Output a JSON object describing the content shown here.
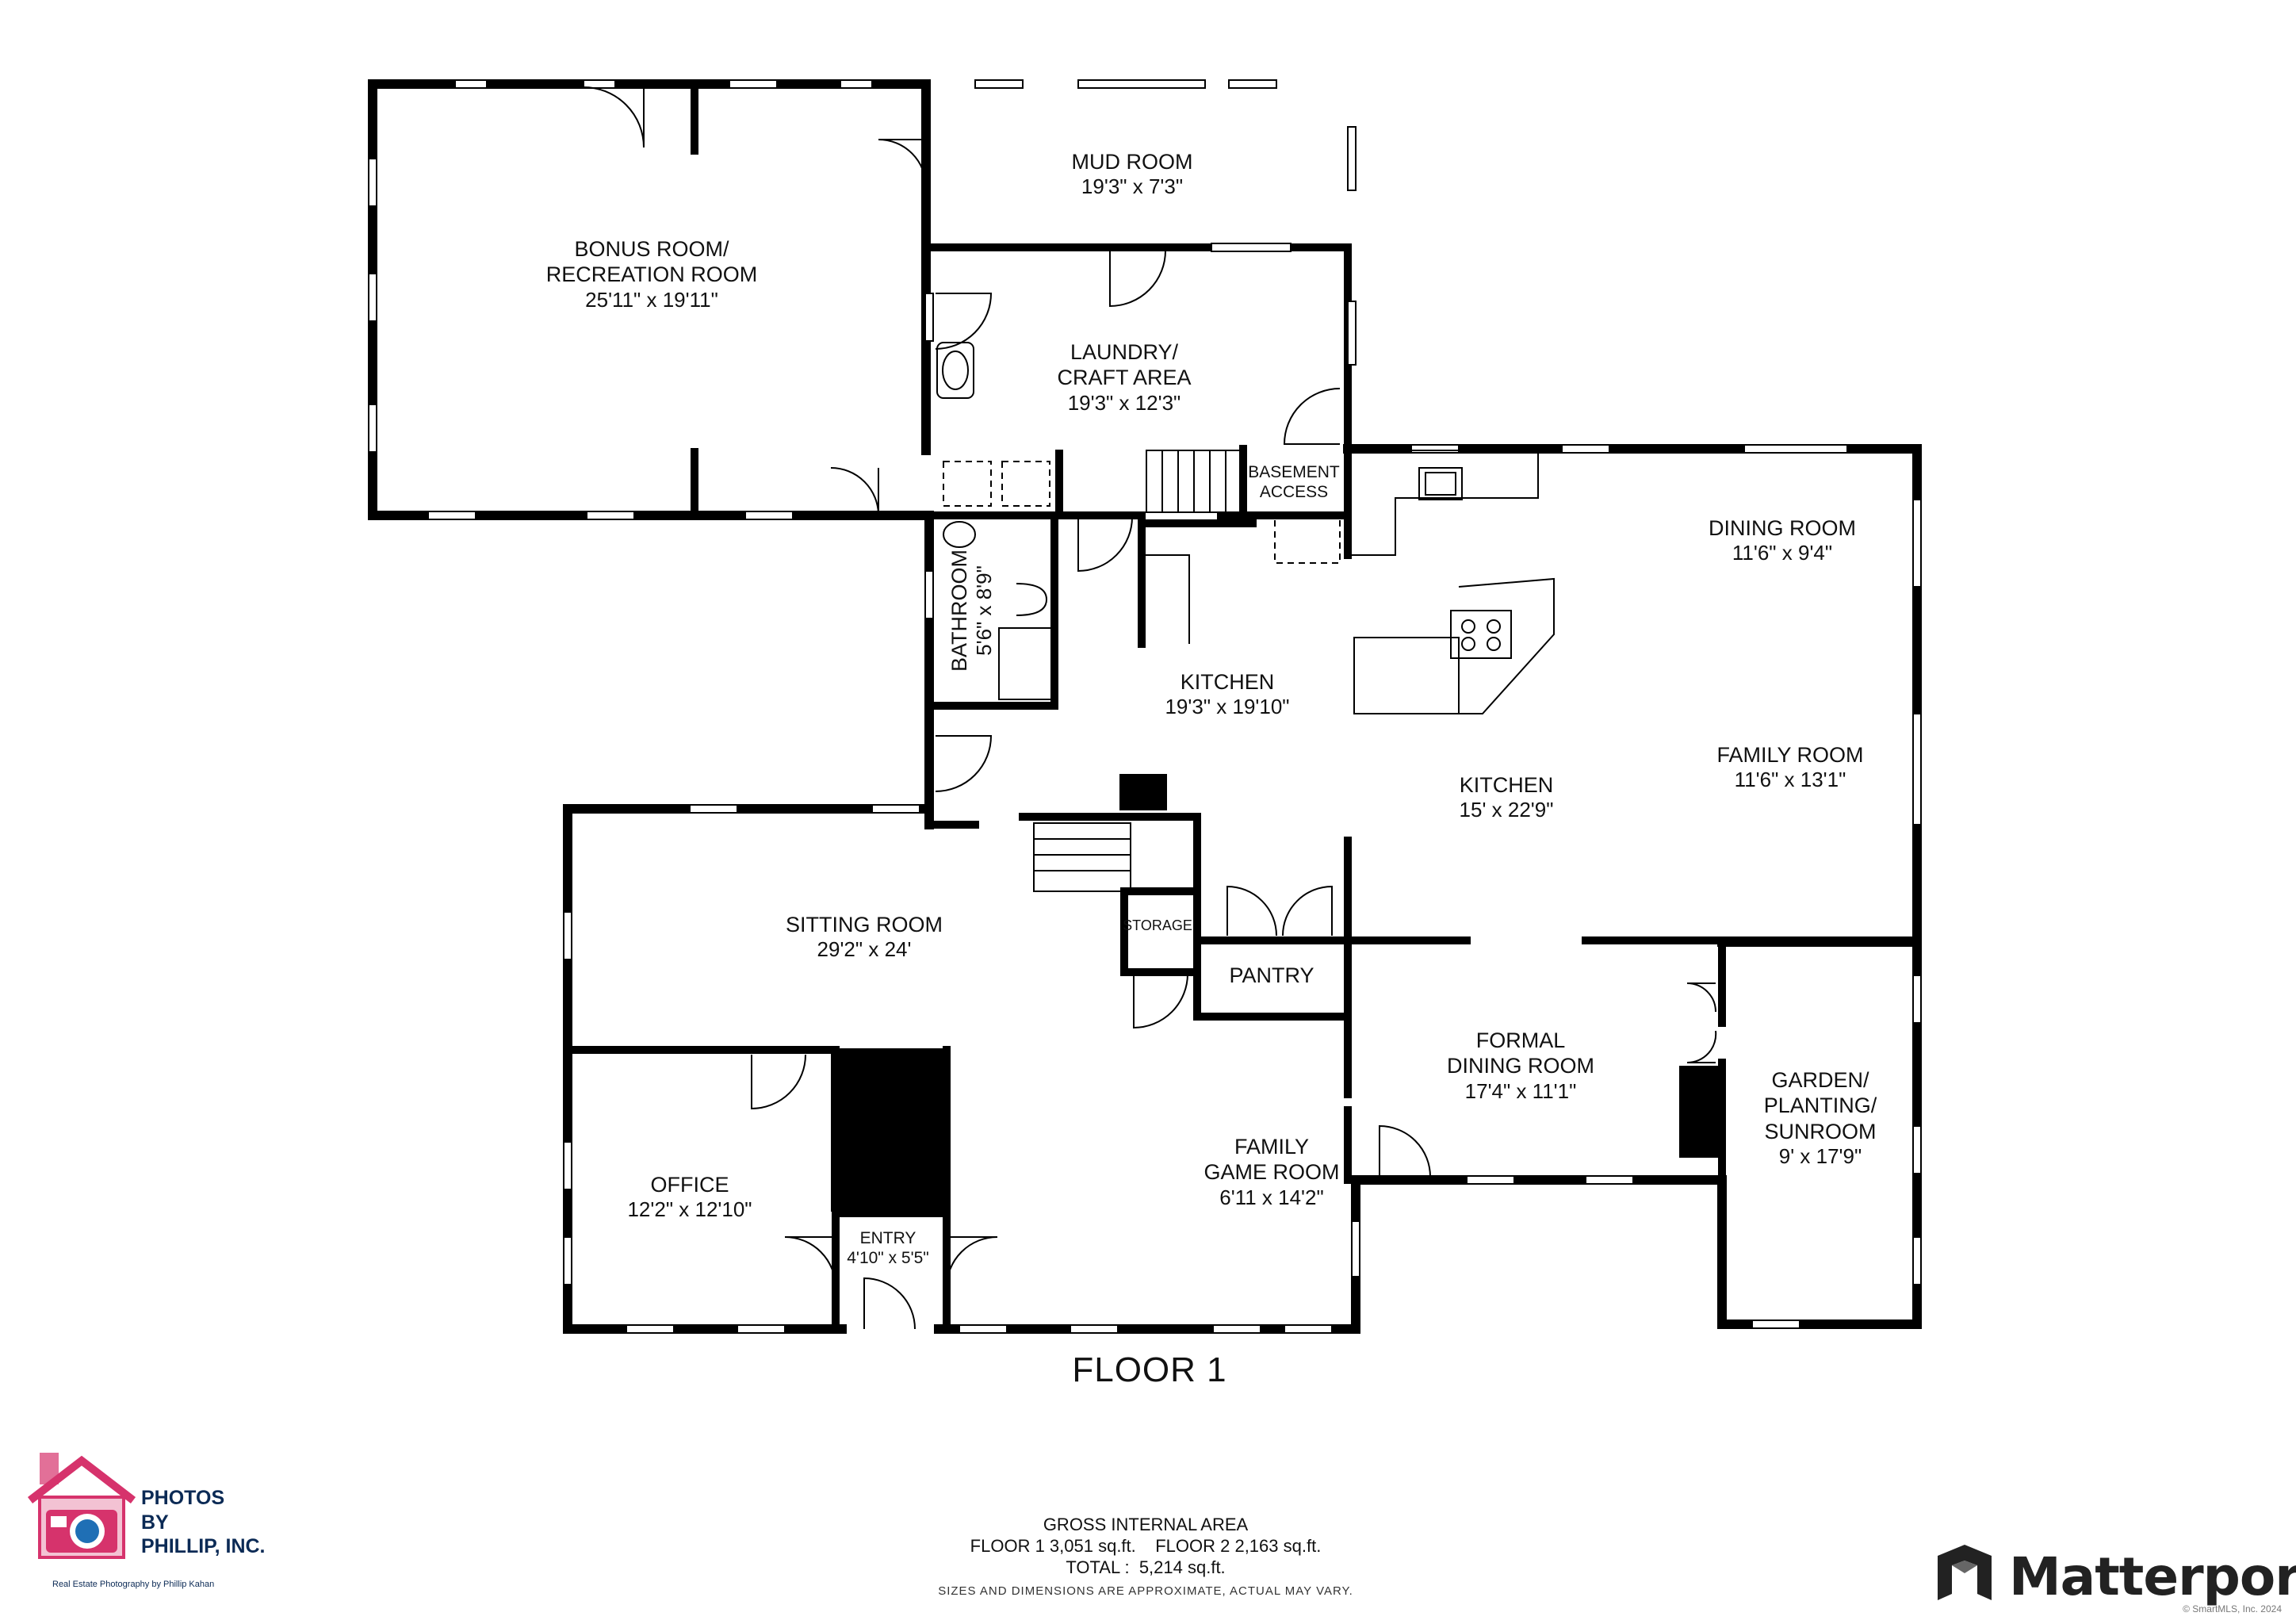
{
  "floor_label": "FLOOR 1",
  "rooms": {
    "bonus": {
      "name1": "BONUS ROOM/",
      "name2": "RECREATION ROOM",
      "dims": "25'11\" x 19'11\""
    },
    "mud": {
      "name": "MUD ROOM",
      "dims": "19'3\" x 7'3\""
    },
    "laundry": {
      "name1": "LAUNDRY/",
      "name2": "CRAFT AREA",
      "dims": "19'3\" x 12'3\""
    },
    "basement": {
      "name1": "BASEMENT",
      "name2": "ACCESS"
    },
    "bathroom": {
      "name": "BATHROOM",
      "dims": "5'6\" x 8'9\""
    },
    "kitchen_a": {
      "name": "KITCHEN",
      "dims": "19'3\" x 19'10\""
    },
    "kitchen_b": {
      "name": "KITCHEN",
      "dims": "15' x 22'9\""
    },
    "dining": {
      "name": "DINING ROOM",
      "dims": "11'6\" x 9'4\""
    },
    "family": {
      "name": "FAMILY ROOM",
      "dims": "11'6\" x 13'1\""
    },
    "sitting": {
      "name": "SITTING ROOM",
      "dims": "29'2\" x 24'"
    },
    "storage": {
      "name": "STORAGE"
    },
    "pantry": {
      "name": "PANTRY"
    },
    "formal_dining": {
      "name1": "FORMAL",
      "name2": "DINING ROOM",
      "dims": "17'4\" x 11'1\""
    },
    "garden": {
      "name1": "GARDEN/",
      "name2": "PLANTING/",
      "name3": "SUNROOM",
      "dims": "9' x 17'9\""
    },
    "office": {
      "name": "OFFICE",
      "dims": "12'2\" x 12'10\""
    },
    "entry": {
      "name": "ENTRY",
      "dims": "4'10\" x 5'5\""
    },
    "game": {
      "name1": "FAMILY",
      "name2": "GAME ROOM",
      "dims": "6'11 x 14'2\""
    }
  },
  "area": {
    "title": "GROSS INTERNAL AREA",
    "line1": "FLOOR 1 3,051 sq.ft.    FLOOR 2 2,163 sq.ft.",
    "line2": "TOTAL :  5,214 sq.ft.",
    "disclaimer": "SIZES AND DIMENSIONS ARE APPROXIMATE, ACTUAL MAY VARY."
  },
  "branding": {
    "matterport": "Matterport",
    "photographer_line1": "PHOTOS",
    "photographer_line2": "BY",
    "photographer_line3": "PHILLIP, INC.",
    "photographer_sub": "Real Estate Photography by Phillip Kahan",
    "copyright": "© SmartMLS, Inc. 2024"
  },
  "colors": {
    "wall": "#000000",
    "logo_red": "#d6336c",
    "logo_blue": "#1f6fb5",
    "logo_navy": "#0b2a55"
  }
}
